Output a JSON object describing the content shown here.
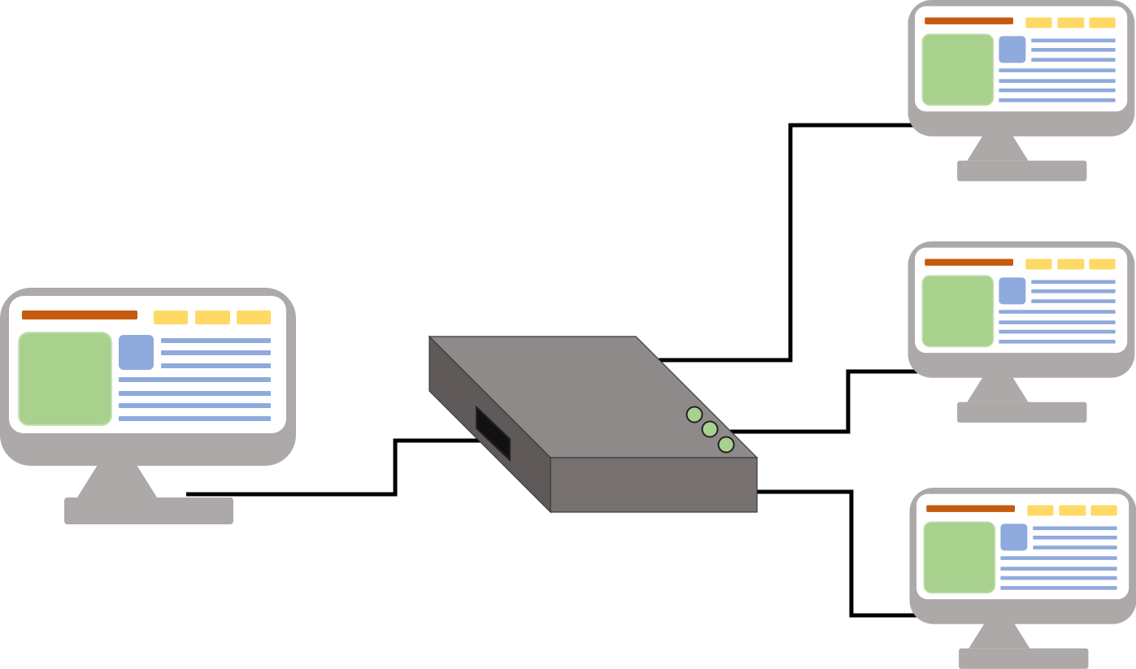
{
  "diagram": {
    "kind": "network-topology",
    "hub": {
      "device": "network-switch",
      "front_port": "uplink-port",
      "indicator_lights": 3
    },
    "computers": [
      {
        "id": "left-computer",
        "role": "upstream-host",
        "connected_to": "switch-uplink-port"
      },
      {
        "id": "right-computer-top",
        "role": "client",
        "connected_to": "switch"
      },
      {
        "id": "right-computer-middle",
        "role": "client",
        "connected_to": "switch"
      },
      {
        "id": "right-computer-bottom",
        "role": "client",
        "connected_to": "switch"
      }
    ],
    "colors": {
      "monitor_body": "#ADA9A8",
      "screen": "#FFFFFF",
      "title_bar": "#C55A11",
      "buttons": "#FFD966",
      "image_block": "#A9D18E",
      "text_lines": "#8FAADC",
      "switch_top": "#8E8A89",
      "switch_left": "#5F5A59",
      "switch_front": "#767170",
      "led": "#A9D18E",
      "cable": "#000000"
    }
  }
}
